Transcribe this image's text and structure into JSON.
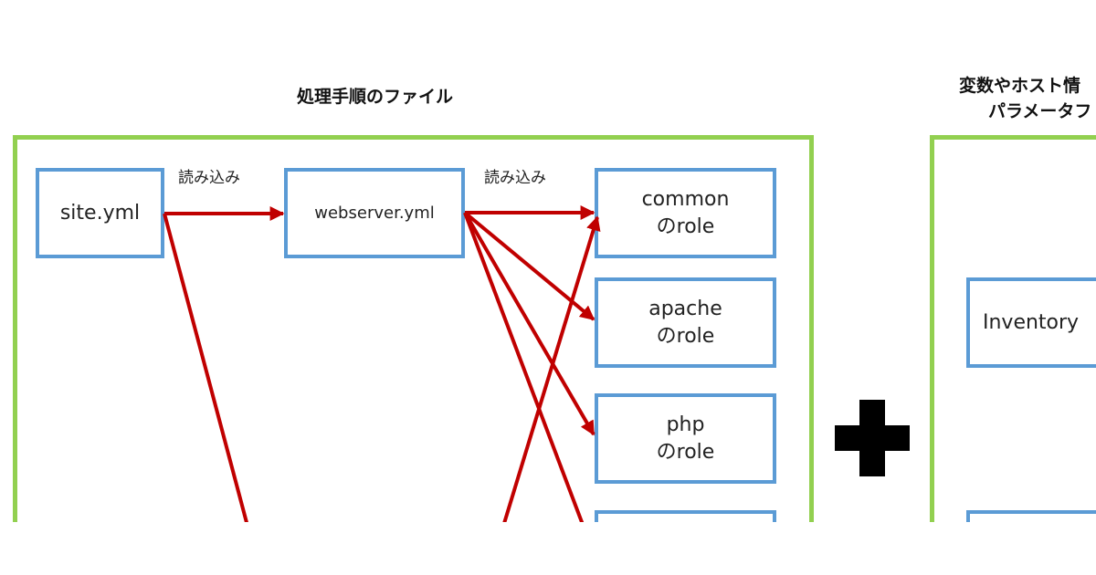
{
  "left_title": "処理手順のファイル",
  "right_title_line1": "変数やホスト情",
  "right_title_line2": "パラメータフ",
  "read_label_1": "読み込み",
  "read_label_2": "読み込み",
  "boxes": {
    "site": "site.yml",
    "webserver": "webserver.yml",
    "common_1": "common",
    "common_2": "のrole",
    "apache_1": "apache",
    "apache_2": "のrole",
    "php_1": "php",
    "php_2": "のrole",
    "inventory": "Inventory"
  },
  "colors": {
    "frame": "#92d050",
    "box": "#5b9bd5",
    "arrow": "#c00000"
  }
}
